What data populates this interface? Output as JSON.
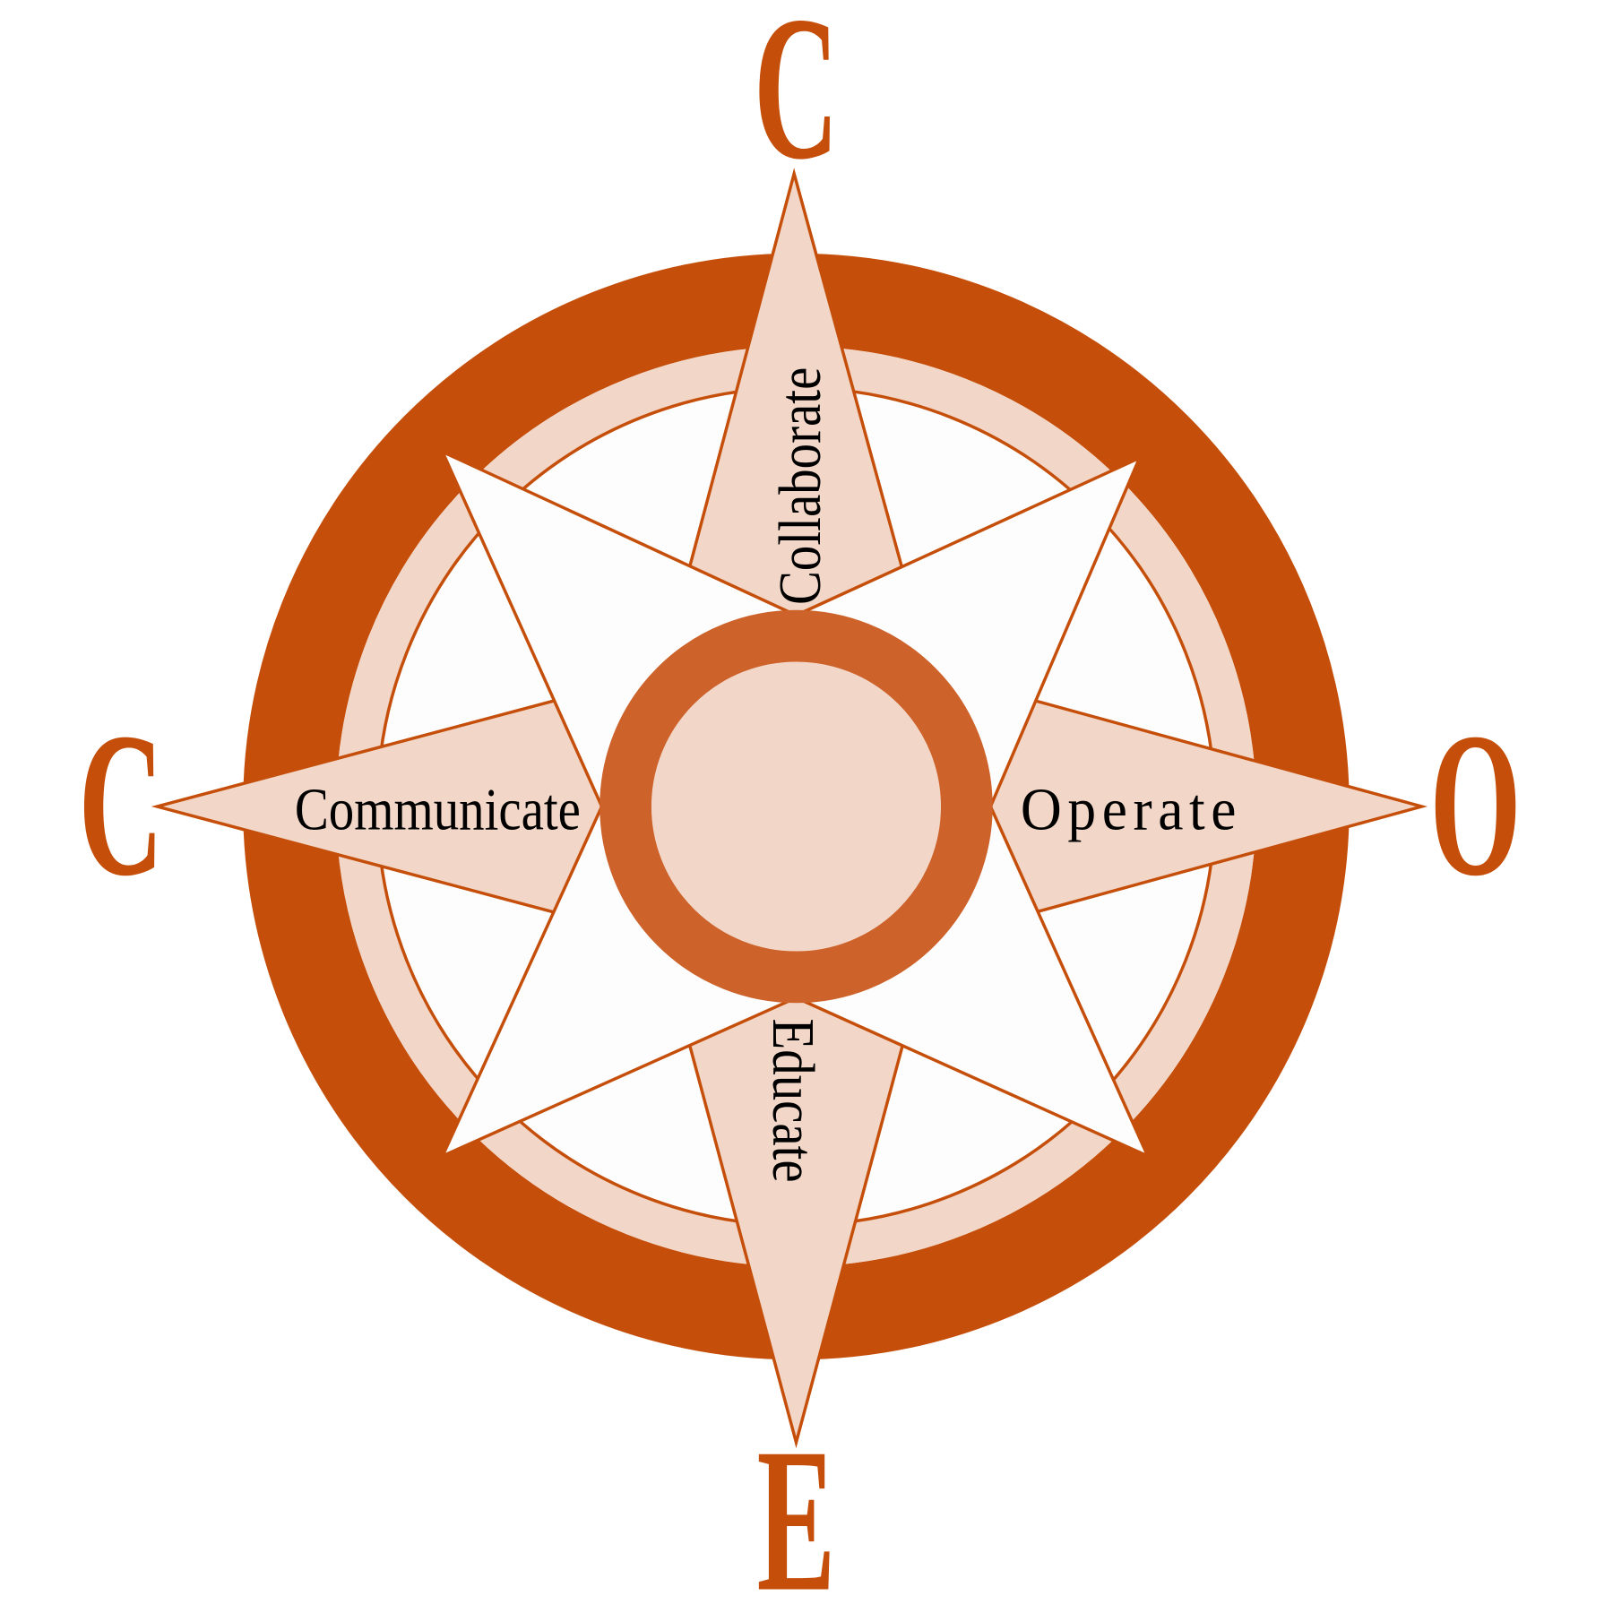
{
  "compass": {
    "letters": {
      "north": "C",
      "west": "C",
      "east": "O",
      "south": "E"
    },
    "labels": {
      "north": "Collaborate",
      "west": "Communicate",
      "east": "Operate",
      "south": "Educate"
    }
  },
  "colors": {
    "primary": "#c54f0a",
    "hub": "#cd622a",
    "light": "#f2d7c8",
    "white": "#fdfdfd"
  }
}
